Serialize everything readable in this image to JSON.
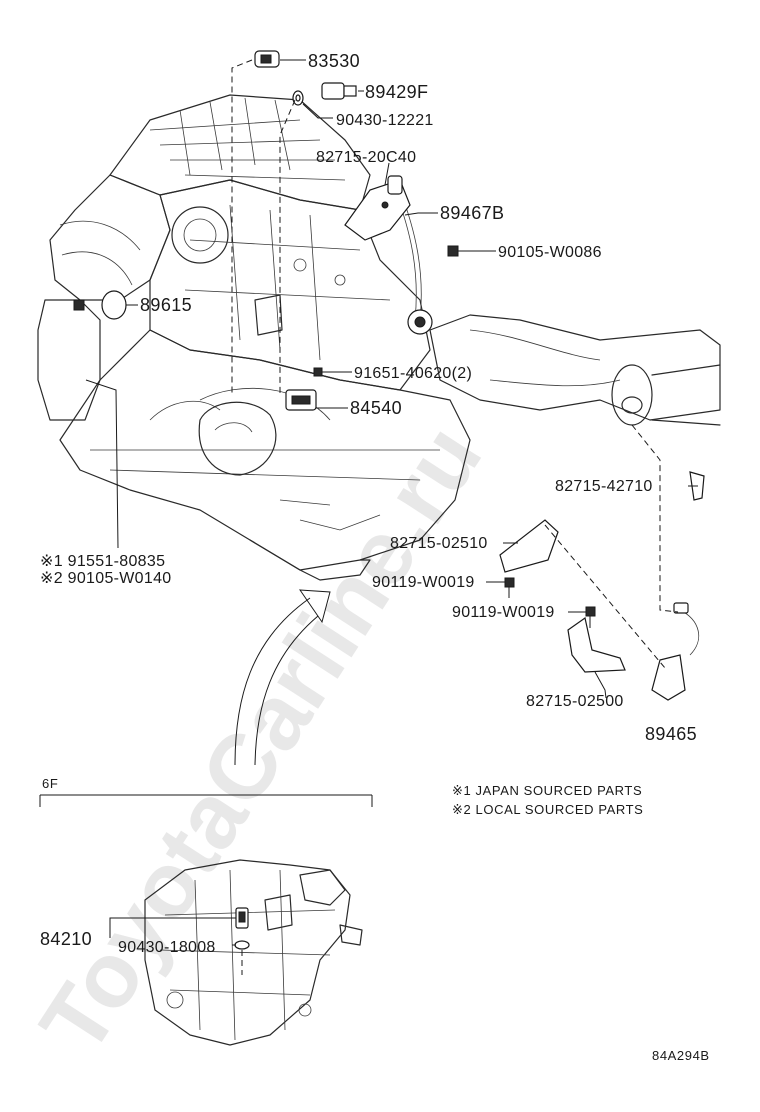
{
  "watermark": "ToyotaCarline.ru",
  "callouts": {
    "p83530": "83530",
    "p89429f": "89429F",
    "p90430_12221": "90430-12221",
    "p82715_20c40": "82715-20C40",
    "p89467b": "89467B",
    "p90105_w0086": "90105-W0086",
    "p89615": "89615",
    "p91651_40620": "91651-40620(2)",
    "p84540": "84540",
    "p82715_42710": "82715-42710",
    "p82715_02510": "82715-02510",
    "p90119_w0019_a": "90119-W0019",
    "p90119_w0019_b": "90119-W0019",
    "p82715_02500": "82715-02500",
    "p89465": "89465",
    "p84210": "84210",
    "p90430_18008": "90430-18008",
    "note1_part": "※1 91551-80835",
    "note2_part": "※2 90105-W0140"
  },
  "inset": {
    "label": "6F"
  },
  "legend": {
    "note1": "※1 JAPAN SOURCED PARTS",
    "note2": "※2 LOCAL SOURCED PARTS"
  },
  "figure_code": "84A294B"
}
